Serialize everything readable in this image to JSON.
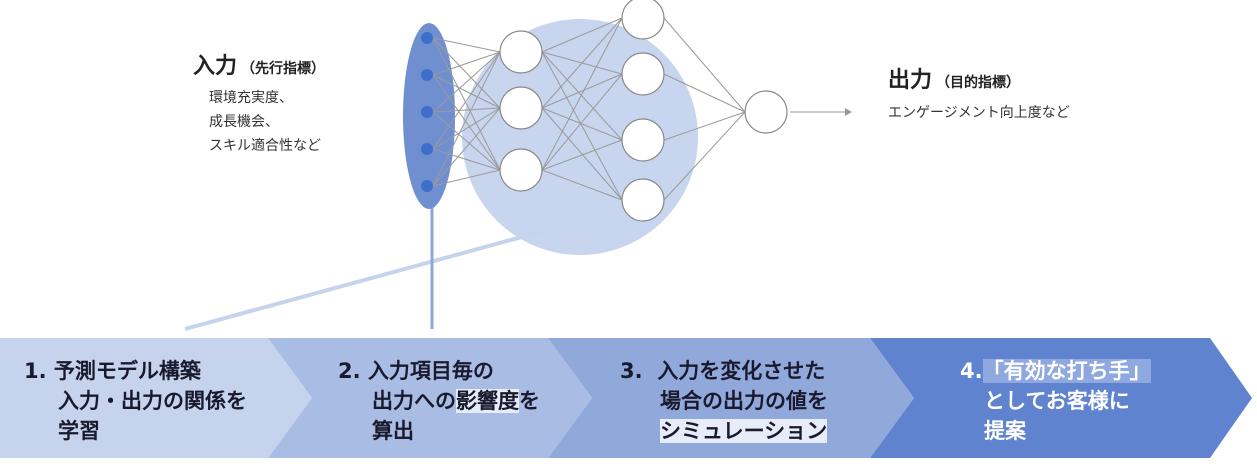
{
  "input": {
    "title": "入力",
    "subtitle": "（先行指標）",
    "items": [
      "環境充実度、",
      "成長機会、",
      "スキル適合性など"
    ]
  },
  "output": {
    "title": "出力",
    "subtitle": "（目的指標）",
    "items": "エンゲージメント向上度など"
  },
  "steps": [
    {
      "num": "1.",
      "lines": [
        "予測モデル構築",
        "入力・出力の関係を",
        "学習"
      ]
    },
    {
      "num": "2.",
      "line1": "入力項目毎の",
      "line2_pre": "出力への",
      "line2_hl": "影響度",
      "line2_post": "を",
      "line3": "算出"
    },
    {
      "num": "3.",
      "line1": "入力を変化させた",
      "line2": "場合の出力の値を",
      "line3_hl": "シミュレーション"
    },
    {
      "num": "4.",
      "line1_hl": "「有効な打ち手」",
      "line2": "としてお客様に",
      "line3": "提案"
    }
  ],
  "colors": {
    "arrow1": "#c5d3ec",
    "arrow2": "#a9bce3",
    "arrow3": "#91a8db",
    "arrow4": "#5f83cf",
    "input_layer": "#6f8fd0",
    "input_node": "#3e6ecb",
    "hidden_blob": "#c8d5ee"
  }
}
